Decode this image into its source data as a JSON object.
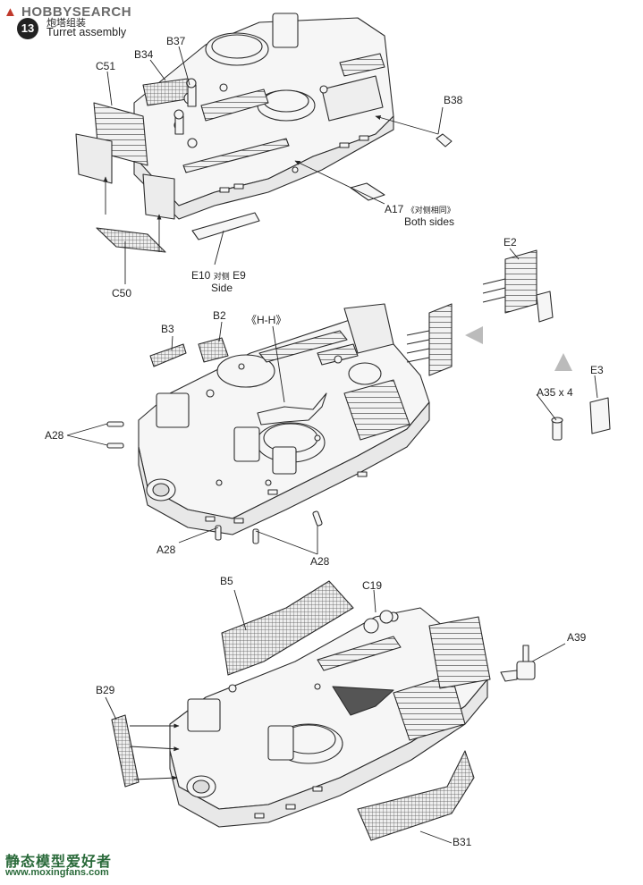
{
  "watermark": {
    "brand": "HOBBYSEARCH"
  },
  "step": {
    "number": "13",
    "title_cn": "炮塔组装",
    "title_en": "Turret assembly"
  },
  "section1": {
    "labels": {
      "C51": "C51",
      "B34": "B34",
      "B37": "B37",
      "B38": "B38",
      "A17": "A17",
      "A17_note_cn": "《对侧相同》",
      "A17_note_en": "Both sides",
      "E10": "E10",
      "E10_note_cn": "对侧",
      "E9": "E9",
      "E9_side": "Side",
      "C50": "C50"
    }
  },
  "section2": {
    "labels": {
      "B3": "B3",
      "B2": "B2",
      "HH": "《H-H》",
      "E2": "E2",
      "E3": "E3",
      "A35": "A35 x 4",
      "A28_left": "A28",
      "A28_bottom1": "A28",
      "A28_bottom2": "A28"
    }
  },
  "section3": {
    "labels": {
      "B5": "B5",
      "C19": "C19",
      "A39": "A39",
      "B29": "B29",
      "B31": "B31"
    }
  },
  "footer": {
    "site_cn": "静态模型爱好者",
    "site_url": "www.moxingfans.com"
  },
  "colors": {
    "line": "#2b2b2b",
    "fill": "#f6f6f6",
    "mesh": "#555555",
    "footer": "#2a6a3a",
    "brand_red": "#c0392b"
  }
}
